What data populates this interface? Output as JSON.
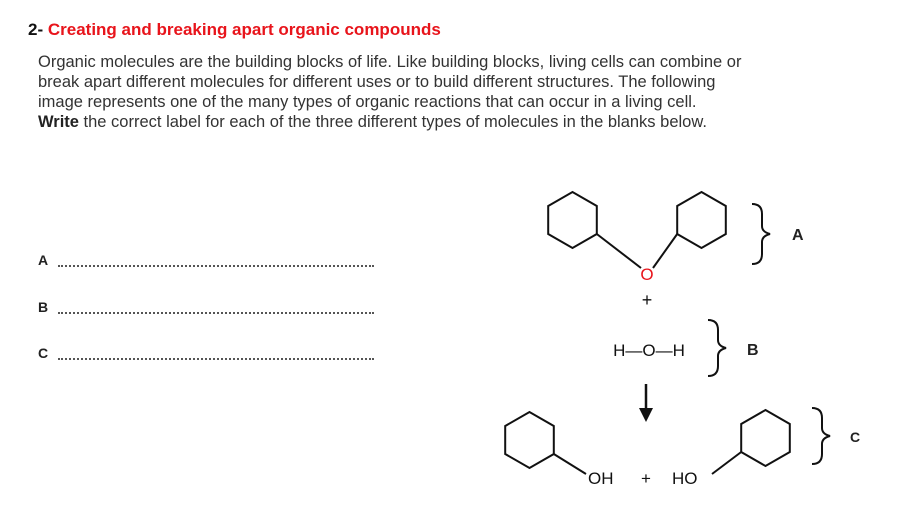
{
  "section": {
    "number": "2-",
    "title": "Creating and breaking apart organic compounds"
  },
  "paragraph": {
    "lines": [
      "Organic molecules are the building blocks of life. Like building blocks, living cells can combine or",
      "break apart different molecules for different uses or to build different structures. The following",
      "image represents one of the many types of organic reactions that can occur in a living cell."
    ],
    "instruction_bold": "Write",
    "instruction_rest": " the correct label for each of the three different types of molecules in the blanks below."
  },
  "blanks": [
    {
      "letter": "A"
    },
    {
      "letter": "B"
    },
    {
      "letter": "C"
    }
  ],
  "diagram": {
    "oxygen_label": "O",
    "plus_1": "+",
    "water_formula": "H—O—H",
    "arrow": "↓",
    "label_a": "A",
    "label_b": "B",
    "label_c": "C",
    "product_left": "OH",
    "plus_2": "+",
    "product_right": "HO",
    "colors": {
      "oxygen": "#e8141b",
      "title": "#e8141b",
      "line": "#111111"
    }
  }
}
